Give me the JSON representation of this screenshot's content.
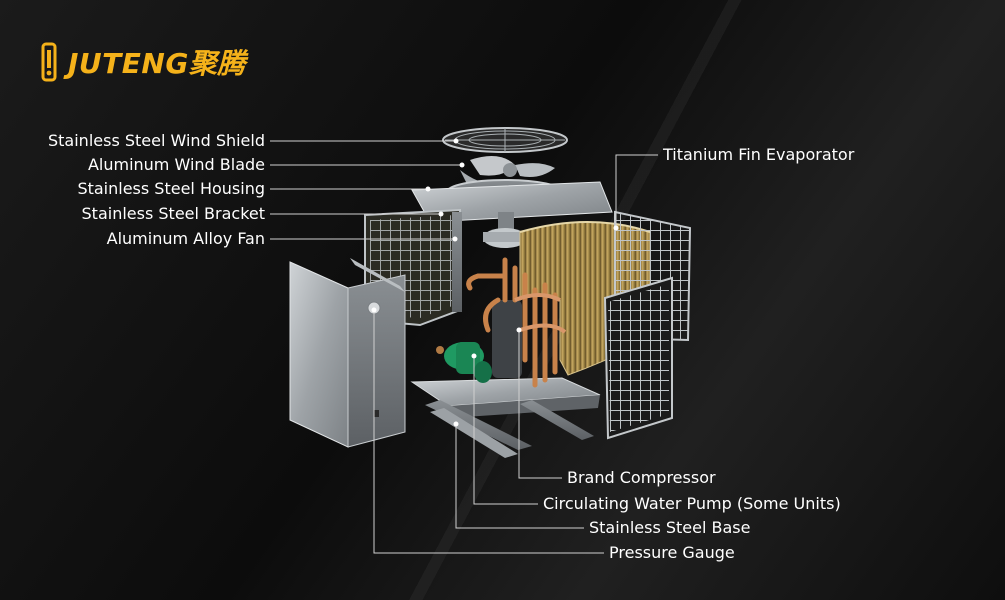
{
  "brand": {
    "name": "JUTENG",
    "chinese": "聚腾",
    "accent": "#f5b21a"
  },
  "labels_left": [
    "Stainless Steel Wind Shield",
    "Aluminum Wind Blade",
    "Stainless Steel Housing",
    "Stainless Steel Bracket",
    "Aluminum Alloy Fan"
  ],
  "labels_right": [
    "Titanium Fin Evaporator",
    "Brand Compressor",
    "Circulating Water Pump (Some Units)",
    "Stainless Steel Base",
    "Pressure Gauge"
  ],
  "colors": {
    "background": "#101010",
    "label_text": "#ffffff",
    "leader_line": "#d0d0d0",
    "pump": "#1f9a62",
    "copper": "#c8824a",
    "evaporator_gold": "#a88c4e"
  }
}
